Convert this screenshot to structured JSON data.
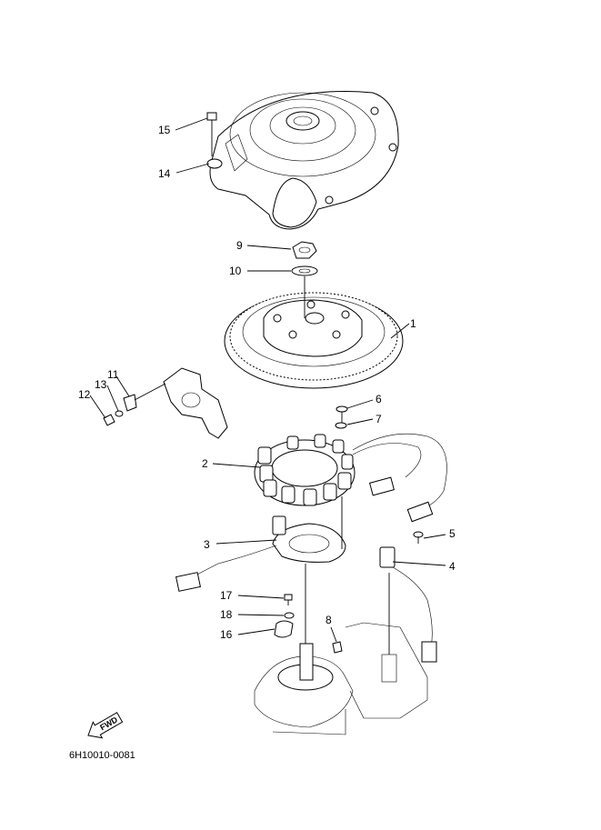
{
  "callouts": {
    "c1": "1",
    "c2": "2",
    "c3": "3",
    "c4": "4",
    "c5": "5",
    "c6": "6",
    "c7": "7",
    "c8": "8",
    "c9": "9",
    "c10": "10",
    "c11": "11",
    "c12": "12",
    "c13": "13",
    "c14": "14",
    "c15": "15",
    "c16": "16",
    "c17": "17",
    "c18": "18"
  },
  "fwd_label": "FWD",
  "diagram_code": "6H10010-0081"
}
